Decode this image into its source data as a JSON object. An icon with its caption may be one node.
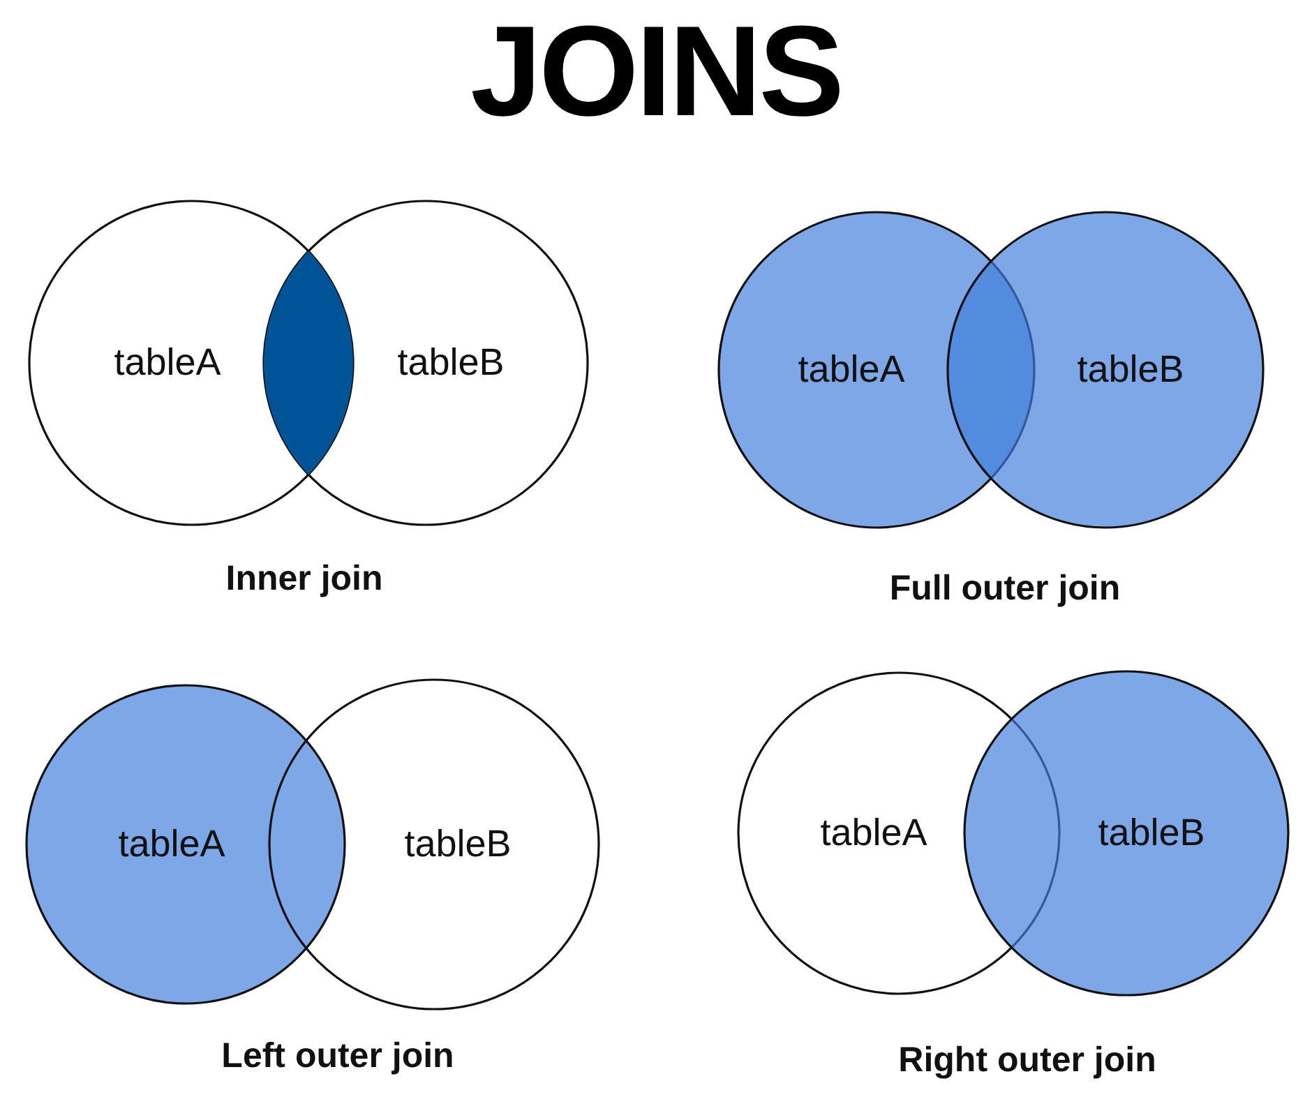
{
  "diagram": {
    "title": "JOINS",
    "nodes": [
      {
        "text": [
          "tableA"
        ]
      },
      {
        "text": [
          "tableB"
        ]
      },
      {
        "text": [
          "tableA"
        ]
      },
      {
        "text": [
          "tableB"
        ]
      },
      {
        "text": [
          "tableA"
        ]
      },
      {
        "text": [
          "tableB"
        ]
      },
      {
        "text": [
          "tableA"
        ]
      },
      {
        "text": [
          "tableB"
        ]
      },
      {
        "text": [],
        "shape": "lens"
      }
    ],
    "edges": [],
    "labels": [
      "Inner join",
      "Full outer join",
      "Left outer join",
      "Right outer join"
    ]
  }
}
